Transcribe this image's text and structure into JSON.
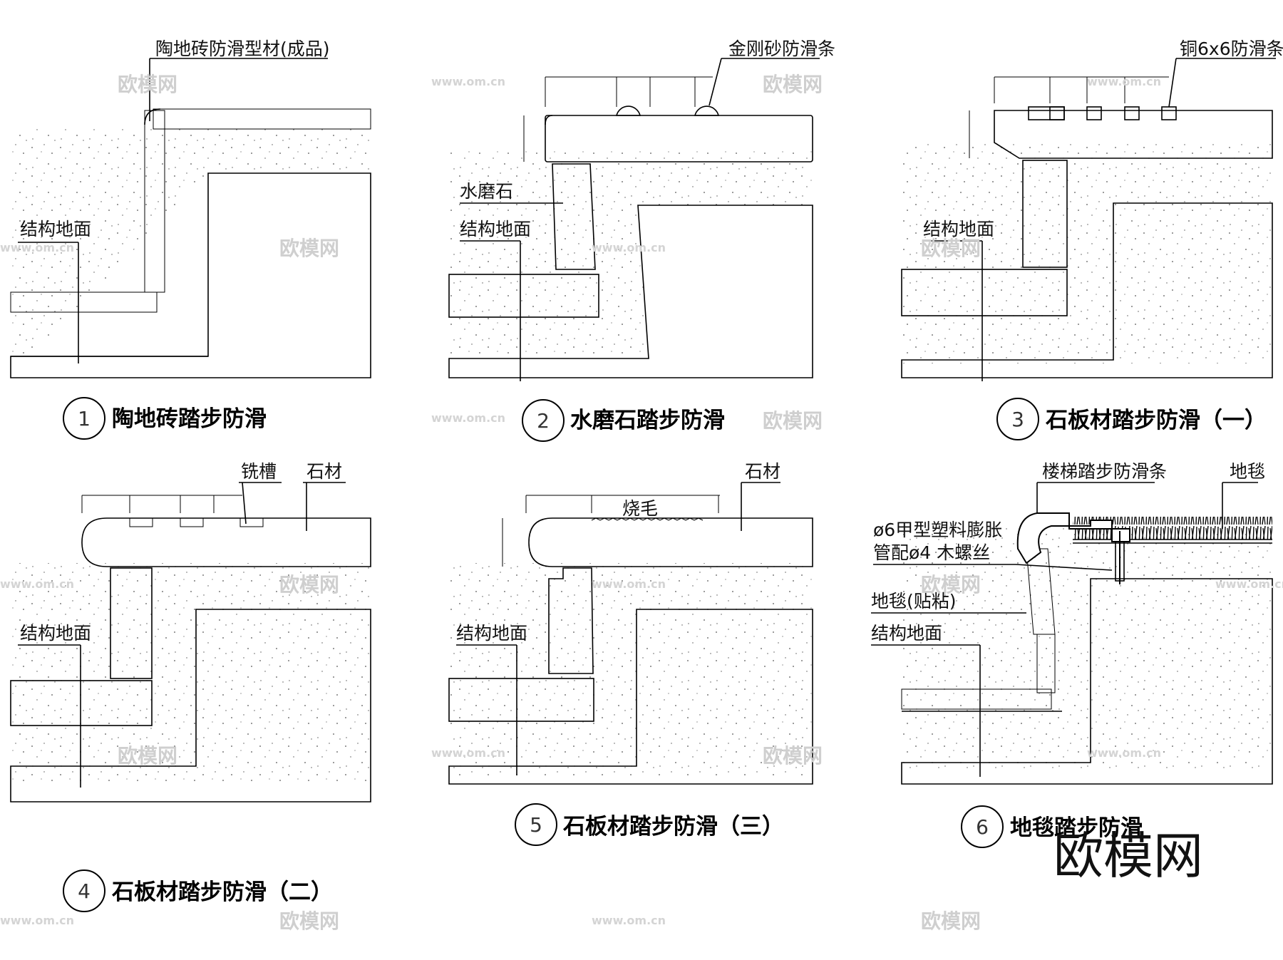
{
  "details": [
    {
      "number": "1",
      "caption": "陶地砖踏步防滑",
      "labels": {
        "top": "陶地砖防滑型材(成品)",
        "base": "结构地面"
      }
    },
    {
      "number": "2",
      "caption": "水磨石踏步防滑",
      "labels": {
        "top": "金刚砂防滑条",
        "side": "水磨石",
        "base": "结构地面"
      }
    },
    {
      "number": "3",
      "caption": "石板材踏步防滑（一）",
      "labels": {
        "top": "铜6x6防滑条",
        "base": "结构地面"
      }
    },
    {
      "number": "4",
      "caption": "石板材踏步防滑（二）",
      "labels": {
        "groove": "铣槽",
        "stone": "石材",
        "base": "结构地面"
      }
    },
    {
      "number": "5",
      "caption": "石板材踏步防滑（三）",
      "labels": {
        "stone": "石材",
        "burn": "烧毛",
        "base": "结构地面"
      }
    },
    {
      "number": "6",
      "caption": "地毯踏步防滑",
      "labels": {
        "nosing": "楼梯踏步防滑条",
        "carpet": "地毯",
        "anchor1": "ø6甲型塑料膨胀",
        "anchor2": "管配ø4  木螺丝",
        "glued": "地毯(贴粘)",
        "base": "结构地面"
      }
    }
  ],
  "watermark": {
    "brand": "欧模网",
    "url": "www.om.cn"
  },
  "logo": "欧模网"
}
